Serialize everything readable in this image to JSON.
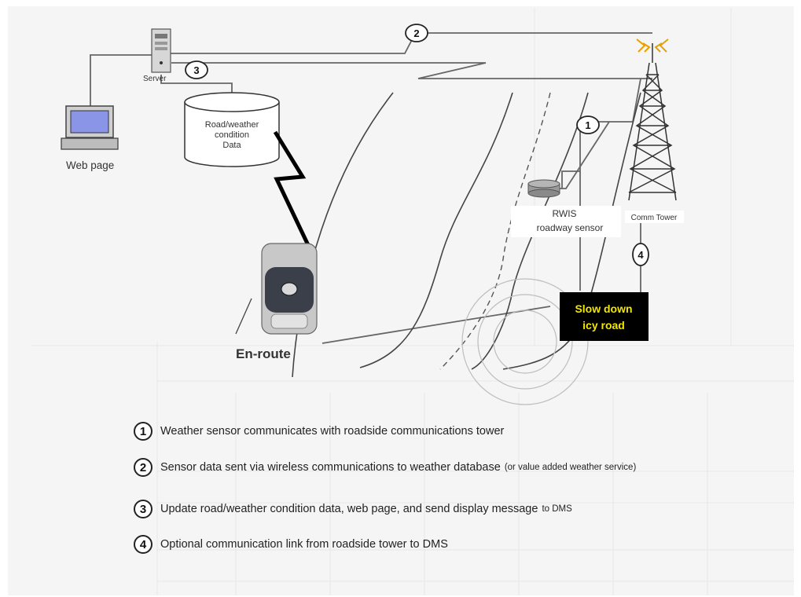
{
  "nodes": {
    "server": "Server",
    "web_page": "Web page",
    "database": [
      "Road/weather",
      "condition",
      "Data"
    ],
    "rwis": [
      "RWIS",
      "roadway sensor"
    ],
    "comm_tower": "Comm Tower",
    "dms": [
      "Slow down",
      "icy road"
    ],
    "en_route": "En-route"
  },
  "markers": {
    "m1": "1",
    "m2": "2",
    "m3": "3",
    "m4": "4"
  },
  "legend": [
    {
      "num": "1",
      "text": "Weather sensor communicates with roadside communications tower",
      "small": ""
    },
    {
      "num": "2",
      "text": "Sensor data sent via wireless communications to weather database",
      "small": "(or value added weather service)"
    },
    {
      "num": "3",
      "text": "Update road/weather condition data, web page, and send display message",
      "small": "to DMS"
    },
    {
      "num": "4",
      "text": "Optional communication link from roadside tower to DMS",
      "small": ""
    }
  ],
  "colors": {
    "dms_text": "#f2e600",
    "dms_bg": "#000000",
    "lightning": "#000000"
  }
}
